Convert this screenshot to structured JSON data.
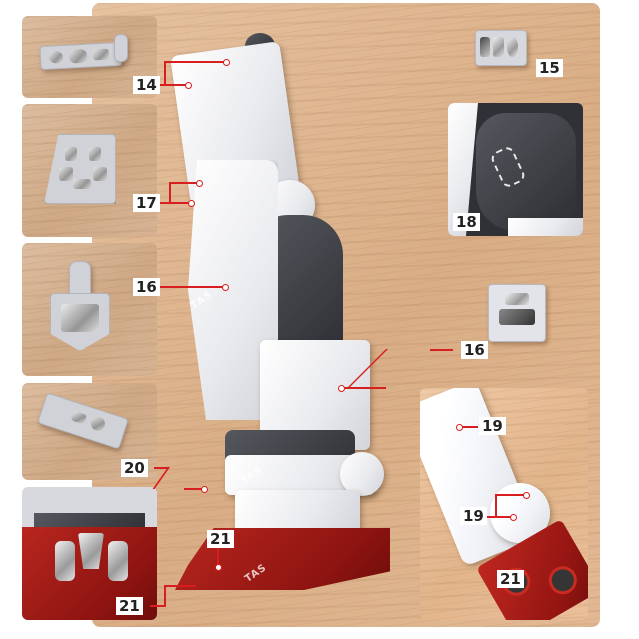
{
  "image": {
    "description": "Product detail collage: white/red model-kit leg on wood background with numbered metal-etch part callouts",
    "background_color": "#ffffff",
    "wood_color": "#ddb58e",
    "callout_color": "#d81e1e"
  },
  "callouts": [
    {
      "id": "c14",
      "label": "14"
    },
    {
      "id": "c15",
      "label": "15"
    },
    {
      "id": "c16a",
      "label": "16"
    },
    {
      "id": "c16b",
      "label": "16"
    },
    {
      "id": "c17",
      "label": "17"
    },
    {
      "id": "c18",
      "label": "18"
    },
    {
      "id": "c19a",
      "label": "19"
    },
    {
      "id": "c19b",
      "label": "19"
    },
    {
      "id": "c20",
      "label": "20"
    },
    {
      "id": "c21a",
      "label": "21"
    },
    {
      "id": "c21b",
      "label": "21"
    },
    {
      "id": "c21c",
      "label": "21"
    }
  ],
  "insets": [
    {
      "name": "part-14-closeup"
    },
    {
      "name": "part-17-closeup"
    },
    {
      "name": "part-16-closeup"
    },
    {
      "name": "part-20-closeup"
    },
    {
      "name": "part-21-sole-closeup"
    },
    {
      "name": "part-15-closeup"
    },
    {
      "name": "part-18-knee-closeup"
    },
    {
      "name": "part-16-small-closeup"
    },
    {
      "name": "part-19-21-back-view"
    }
  ],
  "watermark": {
    "text": "TAS"
  }
}
